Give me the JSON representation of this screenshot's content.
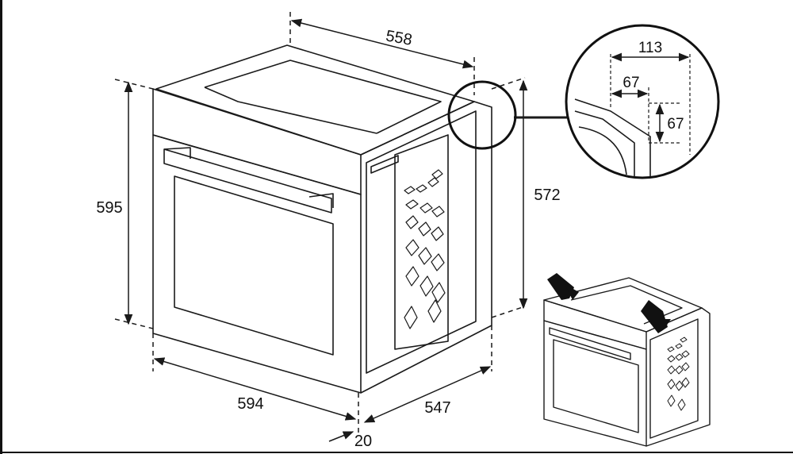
{
  "colors": {
    "line": "#1a1a1a",
    "background": "#ffffff",
    "border": "#111111"
  },
  "dimensions": {
    "depth_top": "558",
    "height_front": "595",
    "height_side": "572",
    "width_front": "594",
    "depth_bottom": "547",
    "panel_offset": "20"
  },
  "detail": {
    "width_outer": "113",
    "width_inner": "67",
    "height_inner": "67"
  },
  "icons": {
    "lift_left": "lifting-hand-icon",
    "lift_right": "lifting-hand-icon"
  }
}
